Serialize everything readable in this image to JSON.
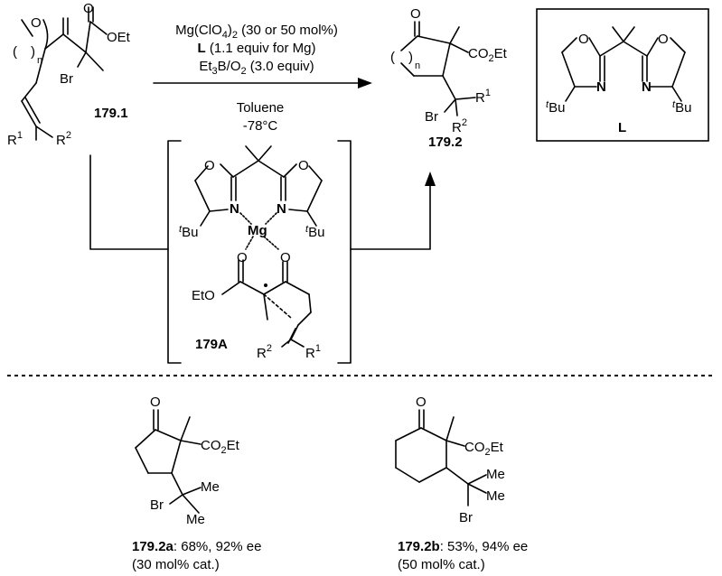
{
  "reactant": {
    "compound_id": "179.1",
    "atoms": {
      "O": "O",
      "OEt": "OEt",
      "Br": "Br",
      "n": "n",
      "R1": "R",
      "R1_sup": "1",
      "R2": "R",
      "R2_sup": "2"
    }
  },
  "conditions": {
    "line1_pre": "Mg(ClO",
    "line1_sub": "4",
    "line1_mid": ")",
    "line1_sub2": "2",
    "line1_post": " (30 or 50 mol%)",
    "line2_bold": "L",
    "line2_rest": " (1.1 equiv for Mg)",
    "line3_pre": "Et",
    "line3_sub": "3",
    "line3_mid": "B/O",
    "line3_sub2": "2",
    "line3_post": " (3.0 equiv)",
    "solvent": "Toluene",
    "temperature": "-78°C"
  },
  "product": {
    "compound_id": "179.2",
    "atoms": {
      "O": "O",
      "CO2Et_pre": "CO",
      "CO2Et_sub": "2",
      "CO2Et_post": "Et",
      "n": "n",
      "Br": "Br",
      "R": "R",
      "R1_sup": "1",
      "R2_sup": "2"
    }
  },
  "ligand": {
    "label": "L",
    "atoms": {
      "O": "O",
      "N": "N",
      "tBu_t": "t",
      "tBu": "Bu"
    }
  },
  "intermediate": {
    "compound_id": "179A",
    "atoms": {
      "O": "O",
      "N": "N",
      "Mg": "Mg",
      "EtO": "EtO",
      "tBu_t": "t",
      "tBu": "Bu",
      "R": "R",
      "R1_sup": "1",
      "R2_sup": "2"
    }
  },
  "examples": [
    {
      "compound_id": "179.2a",
      "result": ": 68%, 92% ee",
      "catalyst": "(30 mol% cat.)",
      "atoms": {
        "O": "O",
        "CO2Et_pre": "CO",
        "CO2Et_sub": "2",
        "CO2Et_post": "Et",
        "Br": "Br",
        "Me1": "Me",
        "Me2": "Me"
      }
    },
    {
      "compound_id": "179.2b",
      "result": ": 53%, 94% ee",
      "catalyst": "(50 mol% cat.)",
      "atoms": {
        "O": "O",
        "CO2Et_pre": "CO",
        "CO2Et_sub": "2",
        "CO2Et_post": "Et",
        "Br": "Br",
        "Me1": "Me",
        "Me2": "Me"
      }
    }
  ]
}
